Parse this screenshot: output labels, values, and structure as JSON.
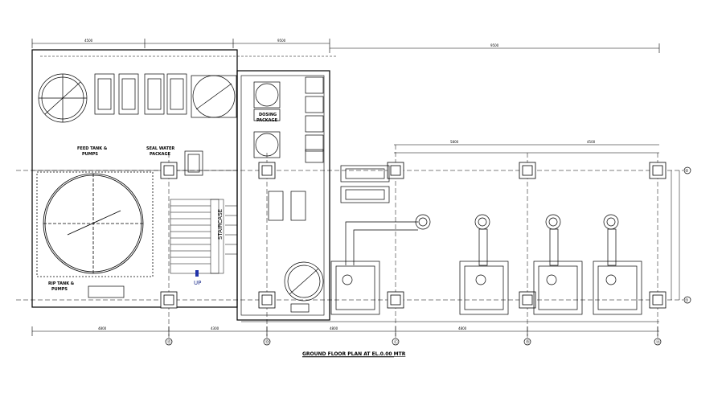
{
  "title": "GROUND FLOOR PLAN AT EL.0.00 MTR",
  "labels": {
    "feed_tank": "FEED TANK &",
    "feed_tank2": "PUMPS",
    "seal_water": "SEAL WATER",
    "seal_water2": "PACKAGE",
    "dosing": "DOSING",
    "dosing2": "PACKAGE",
    "rip_tank": "RIP TANK &",
    "rip_tank2": "PUMPS",
    "staircase": "STAIRCASE",
    "up": "UP"
  },
  "column_grid": [
    "①",
    "②"
  ],
  "row_grid": [
    "Ⓐ",
    "Ⓑ",
    "Ⓒ",
    "Ⓓ",
    "Ⓔ"
  ],
  "dimensions": {
    "top_left": "4500",
    "top_mid": "9500",
    "top_right": "9500",
    "bay_1": "4800",
    "bay_2": "4300",
    "bay_3": "4800",
    "bay_4": "4800",
    "right_span": "5800",
    "right_span2": "4500"
  }
}
